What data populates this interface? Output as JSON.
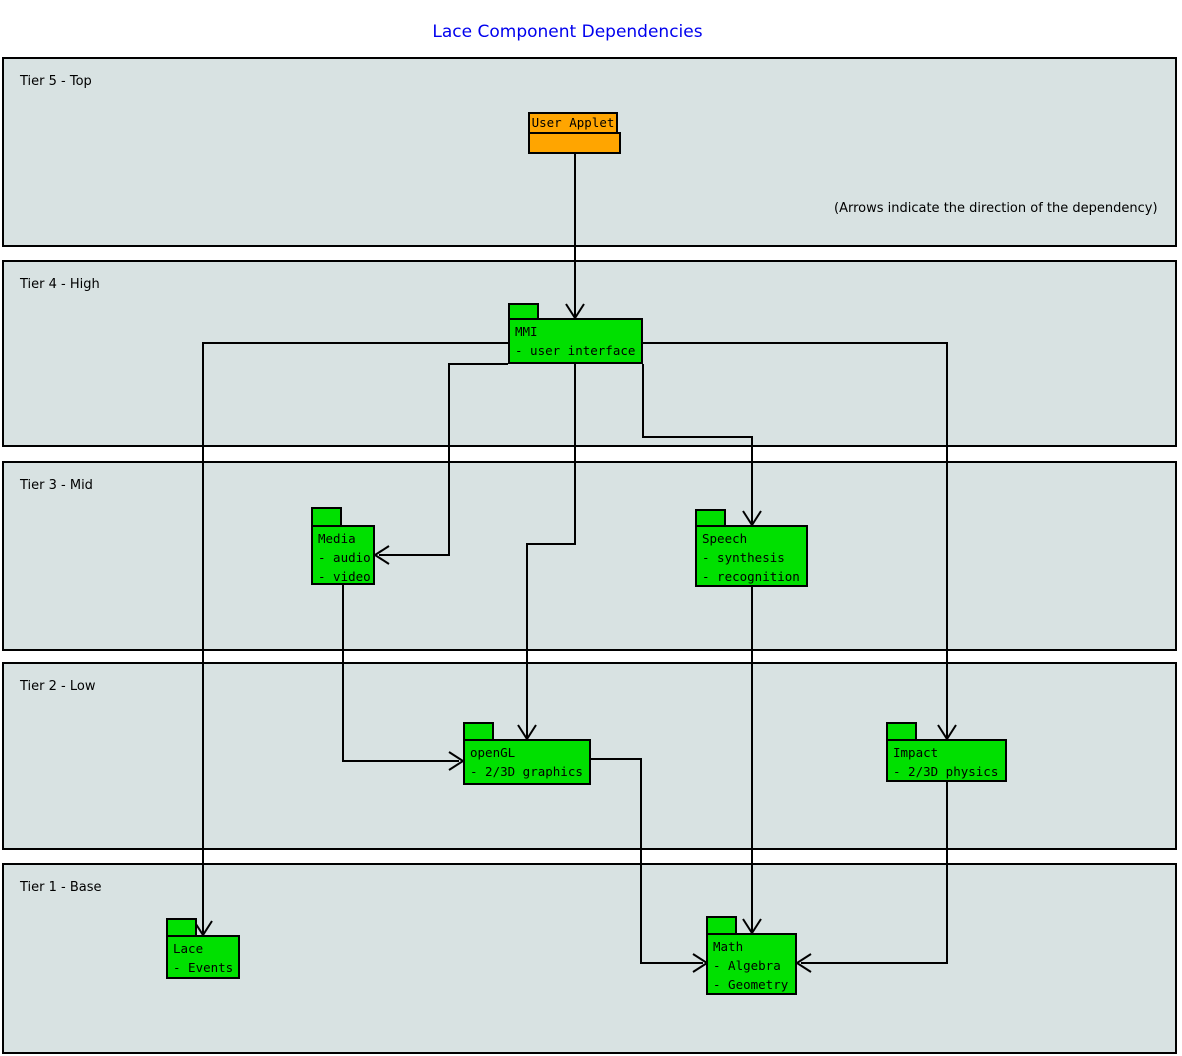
{
  "title": "Lace Component Dependencies",
  "note": "(Arrows indicate the direction of the dependency)",
  "colors": {
    "band_bg": "#D8E2E2",
    "component_green": "#00E000",
    "applet_orange": "#FFA500",
    "title_blue": "#0000EE",
    "line": "#000000"
  },
  "tiers": [
    {
      "label": "Tier 5 - Top"
    },
    {
      "label": "Tier 4 - High"
    },
    {
      "label": "Tier 3 - Mid"
    },
    {
      "label": "Tier 2 - Low"
    },
    {
      "label": "Tier 1 - Base"
    }
  ],
  "applet": {
    "label": "User Applet"
  },
  "components": [
    {
      "title": "MMI",
      "details": [
        "- user interface"
      ]
    },
    {
      "title": "Media",
      "details": [
        "- audio",
        "- video"
      ]
    },
    {
      "title": "Speech",
      "details": [
        "- synthesis",
        "- recognition"
      ]
    },
    {
      "title": "openGL",
      "details": [
        "- 2/3D graphics"
      ]
    },
    {
      "title": "Impact",
      "details": [
        "- 2/3D physics"
      ]
    },
    {
      "title": "Lace",
      "details": [
        "- Events"
      ]
    },
    {
      "title": "Math",
      "details": [
        "- Algebra",
        "- Geometry"
      ]
    }
  ],
  "arrows": [
    "user-applet-to-mmi",
    "mmi-to-lace",
    "mmi-to-impact",
    "mmi-to-media",
    "mmi-to-opengl",
    "mmi-to-speech",
    "media-to-opengl",
    "speech-to-math",
    "opengl-to-math",
    "impact-to-math"
  ]
}
